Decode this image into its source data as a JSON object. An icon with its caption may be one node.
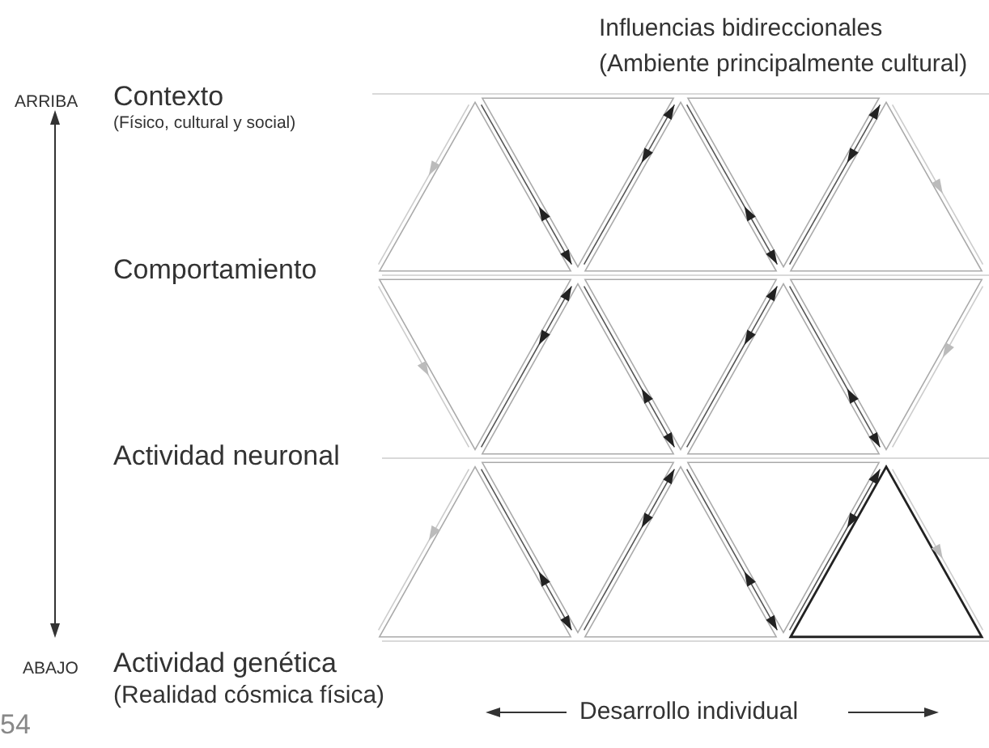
{
  "diagram": {
    "labels": [
      "Influencias bidireccionales",
      "(Ambiente principalmente cultural)",
      "ARRIBA",
      "Contexto",
      "(Físico, cultural y social)",
      "Comportamiento",
      "Actividad neuronal",
      "ABAJO",
      "Actividad genética",
      "(Realidad cósmica física)",
      "Desarrollo individual",
      "54"
    ]
  }
}
